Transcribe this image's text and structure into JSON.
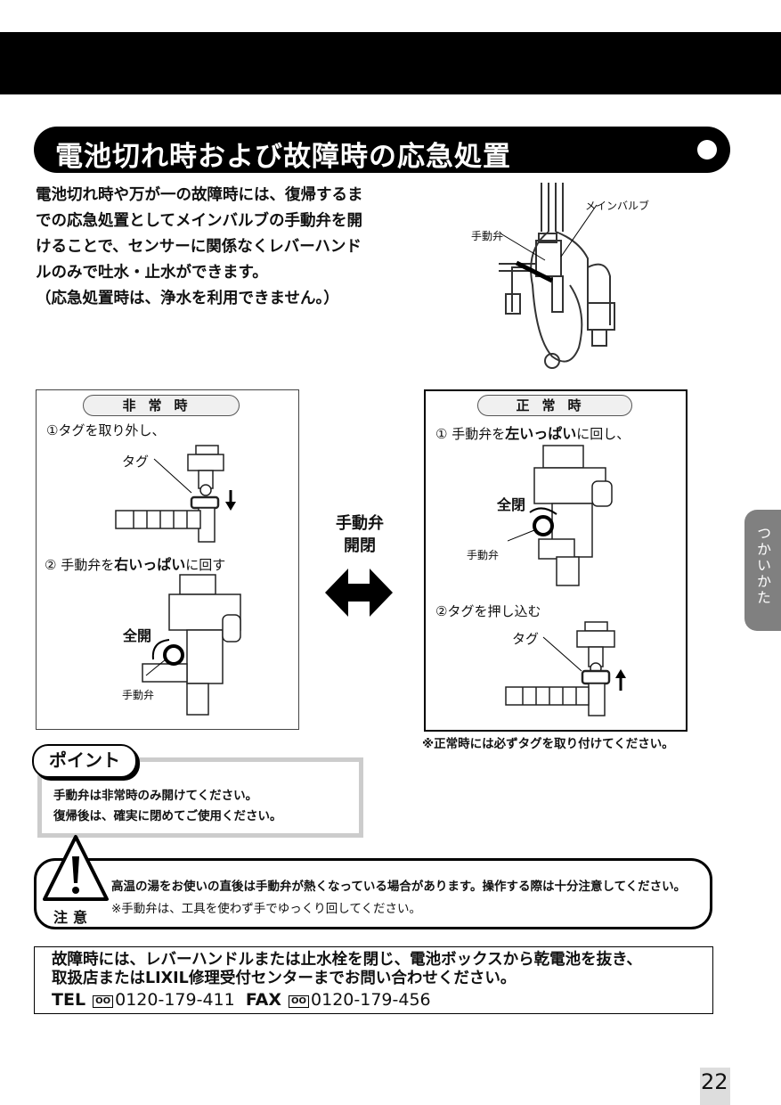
{
  "header": {
    "title": "電池切れ時および故障時の応急処置"
  },
  "intro": {
    "lines": [
      "電池切れ時や万が一の故障時には、復帰するま",
      "での応急処置としてメインバルブの手動弁を開",
      "けることで、センサーに関係なくレバーハンド",
      "ルのみで吐水・止水ができます。",
      "（応急処置時は、浄水を利用できません。）"
    ]
  },
  "overview": {
    "label_main_valve": "メインバルブ",
    "label_manual_valve": "手動弁"
  },
  "emergency": {
    "heading": "非常時",
    "step1": "①タグを取り外し、",
    "tag_label": "タグ",
    "step2_num": "②",
    "step2_pre": "手動弁を",
    "step2_bold": "右いっぱい",
    "step2_post": "に回す",
    "state_label": "全開",
    "valve_label": "手動弁"
  },
  "middle": {
    "line1": "手動弁",
    "line2": "開閉"
  },
  "normal": {
    "heading": "正常時",
    "step1_num": "①",
    "step1_pre": "手動弁を",
    "step1_bold": "左いっぱい",
    "step1_post": "に回し、",
    "state_label": "全閉",
    "valve_label": "手動弁",
    "step2": "②タグを押し込む",
    "tag_label": "タグ",
    "note": "※正常時には必ずタグを取り付けてください。"
  },
  "point": {
    "tag": "ポイント",
    "lines": [
      "手動弁は非常時のみ開けてください。",
      "復帰後は、確実に閉めてご使用ください。"
    ]
  },
  "caution": {
    "word": "注意",
    "line1": "高温の湯をお使いの直後は手動弁が熱くなっている場合があります。操作する際は十分注意してください。",
    "line2": "※手動弁は、工具を使わず手でゆっくり回してください。"
  },
  "contact": {
    "line1": "故障時には、レバーハンドルまたは止水栓を閉じ、電池ボックスから乾電池を抜き、",
    "line2": "取扱店またはLIXIL修理受付センターまでお問い合わせください。",
    "tel_label": "TEL",
    "tel_number": "0120-179-411",
    "fax_label": "FAX",
    "fax_number": "0120-179-456",
    "freedial_icon": "freedial-icon"
  },
  "sidetab": {
    "label": "つかいかた"
  },
  "page": {
    "number": "22"
  }
}
